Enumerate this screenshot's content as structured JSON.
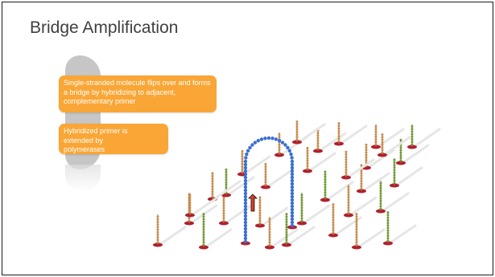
{
  "slide": {
    "title": "Bridge Amplification"
  },
  "callouts": [
    {
      "text": "Single-stranded molecule flips over and forms a bridge by  hybridizing to adjacent, complementary primer"
    },
    {
      "text": "Hybridized primer is extended by polymerases"
    }
  ],
  "colors": {
    "callout": "#f9a636",
    "bridge_strand": "#3a6fd0",
    "base_red": "#b21f2d",
    "primer_orange": "#c98a4a",
    "primer_green": "#6f9b34",
    "arrow": "#e03020"
  },
  "icons": {
    "arrow": "red-up-arrow-icon"
  }
}
